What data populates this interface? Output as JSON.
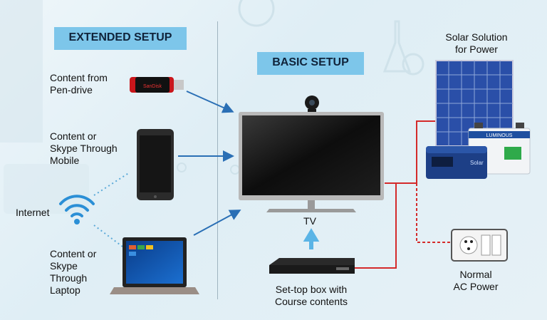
{
  "headings": {
    "extended": "EXTENDED SETUP",
    "basic": "BASIC SETUP"
  },
  "labels": {
    "pendrive": "Content from\nPen-drive",
    "mobile": "Content or\nSkype Through\nMobile",
    "internet": "Internet",
    "laptop": "Content or\nSkype\nThrough\nLaptop",
    "tv": "TV",
    "settop": "Set-top box with\nCourse contents",
    "solar": "Solar Solution\nfor Power",
    "ac": "Normal\nAC Power"
  },
  "device_text": {
    "pendrive_brand": "SanDisk",
    "battery_brand": "LUMINOUS",
    "inverter_brand": "Solar"
  },
  "colors": {
    "heading_bg": "#7dc6ea",
    "arrow": "#2a6fb5",
    "wire": "#d42a2a",
    "tv_up_arrow": "#5ab4e6"
  }
}
